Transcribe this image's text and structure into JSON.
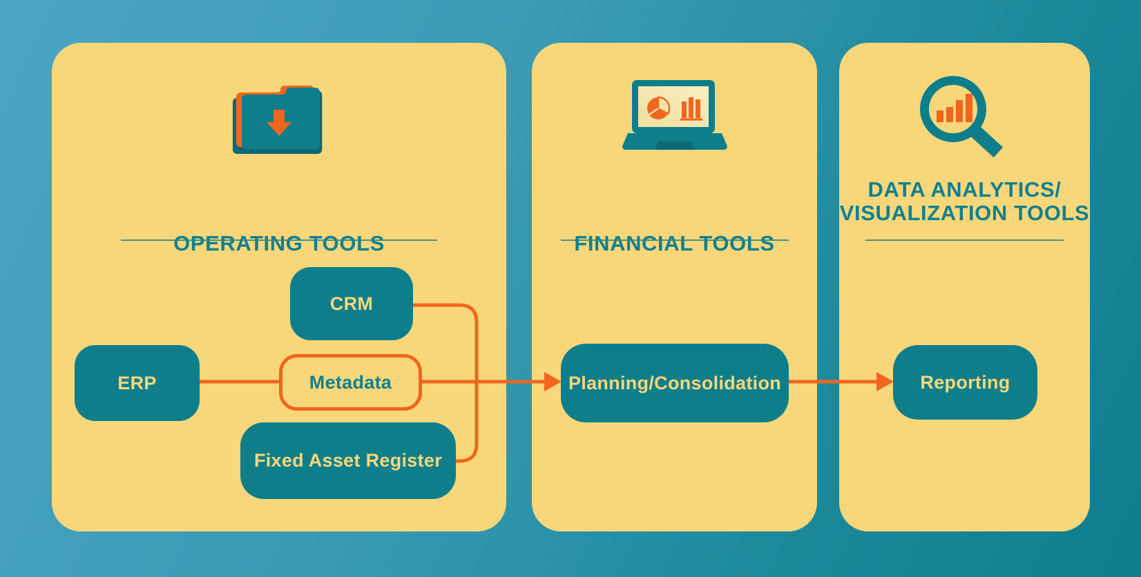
{
  "colors": {
    "background_top_left": "#4BA5C5",
    "background_bottom_right": "#0D7E8D",
    "panel_yellow": "#F8D77B",
    "node_teal": "#0F7E8B",
    "accent_orange": "#F0661F",
    "title_teal": "#0F808F"
  },
  "panels": [
    {
      "id": "operating-tools",
      "icon": "folder-download-icon",
      "title_lines": [
        "OPERATING TOOLS"
      ]
    },
    {
      "id": "financial-tools",
      "icon": "laptop-charts-icon",
      "title_lines": [
        "FINANCIAL TOOLS"
      ]
    },
    {
      "id": "data-analytics",
      "icon": "magnifier-bar-chart-icon",
      "title_lines": [
        "DATA ANALYTICS/",
        "VISUALIZATION TOOLS"
      ]
    }
  ],
  "nodes": {
    "crm": "CRM",
    "erp": "ERP",
    "metadata": "Metadata",
    "fixed_asset_register": "Fixed Asset Register",
    "planning_consolidation": "Planning/Consolidation",
    "reporting": "Reporting"
  }
}
